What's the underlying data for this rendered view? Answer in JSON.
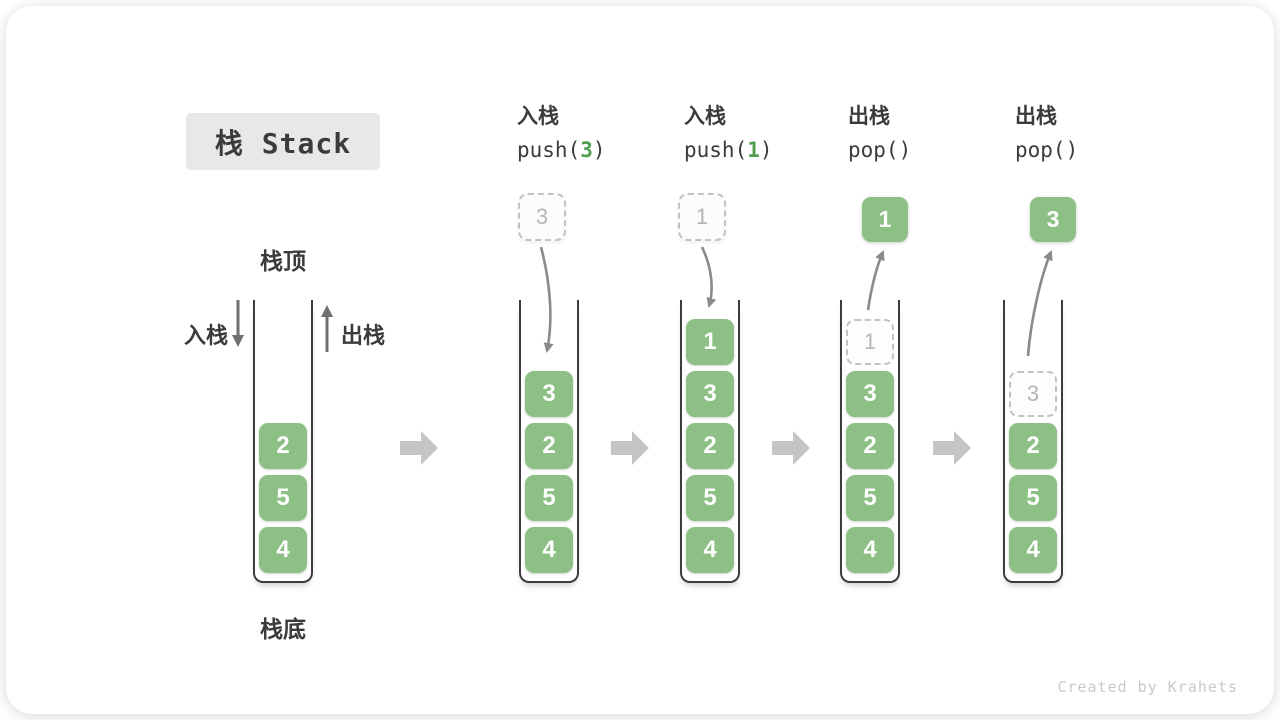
{
  "title": "栈 Stack",
  "watermark": "Created by Krahets",
  "annotations": {
    "stack_top": "栈顶",
    "stack_bottom": "栈底",
    "push_side_label": "入栈",
    "pop_side_label": "出栈"
  },
  "colors": {
    "cell_green": "#8cc084",
    "code_green": "#4f9f4f",
    "ink": "#3b3b3b",
    "container_border": "#3d3d3d",
    "block_arrow": "#c5c5c5",
    "curve_arrow": "#8a8a8a",
    "side_arrow": "#6f6f6f",
    "ghost_border": "#c2c2c2",
    "ghost_text": "#b5b5b5",
    "title_bg": "#e8e8e8",
    "watermark": "#c9c9c9"
  },
  "stacks": [
    {
      "name": "initial",
      "cells": [
        {
          "v": "2"
        },
        {
          "v": "5"
        },
        {
          "v": "4"
        }
      ]
    },
    {
      "name": "push-3",
      "op": {
        "label": "入栈",
        "fn": "push(",
        "arg": "3",
        "close": ")"
      },
      "float": {
        "v": "3",
        "ghost": true
      },
      "motion": "into-stack",
      "cells": [
        {
          "v": "3"
        },
        {
          "v": "2"
        },
        {
          "v": "5"
        },
        {
          "v": "4"
        }
      ]
    },
    {
      "name": "push-1",
      "op": {
        "label": "入栈",
        "fn": "push(",
        "arg": "1",
        "close": ")"
      },
      "float": {
        "v": "1",
        "ghost": true
      },
      "motion": "into-stack",
      "cells": [
        {
          "v": "1"
        },
        {
          "v": "3"
        },
        {
          "v": "2"
        },
        {
          "v": "5"
        },
        {
          "v": "4"
        }
      ]
    },
    {
      "name": "pop-1",
      "op": {
        "label": "出栈",
        "fn": "pop(",
        "arg": "",
        "close": ")"
      },
      "float": {
        "v": "1",
        "ghost": false
      },
      "motion": "out-of-stack",
      "cells": [
        {
          "v": "1",
          "ghost": true
        },
        {
          "v": "3"
        },
        {
          "v": "2"
        },
        {
          "v": "5"
        },
        {
          "v": "4"
        }
      ]
    },
    {
      "name": "pop-3",
      "op": {
        "label": "出栈",
        "fn": "pop(",
        "arg": "",
        "close": ")"
      },
      "float": {
        "v": "3",
        "ghost": false
      },
      "motion": "out-of-stack",
      "cells": [
        {
          "v": "3",
          "ghost": true
        },
        {
          "v": "2"
        },
        {
          "v": "5"
        },
        {
          "v": "4"
        }
      ]
    }
  ]
}
